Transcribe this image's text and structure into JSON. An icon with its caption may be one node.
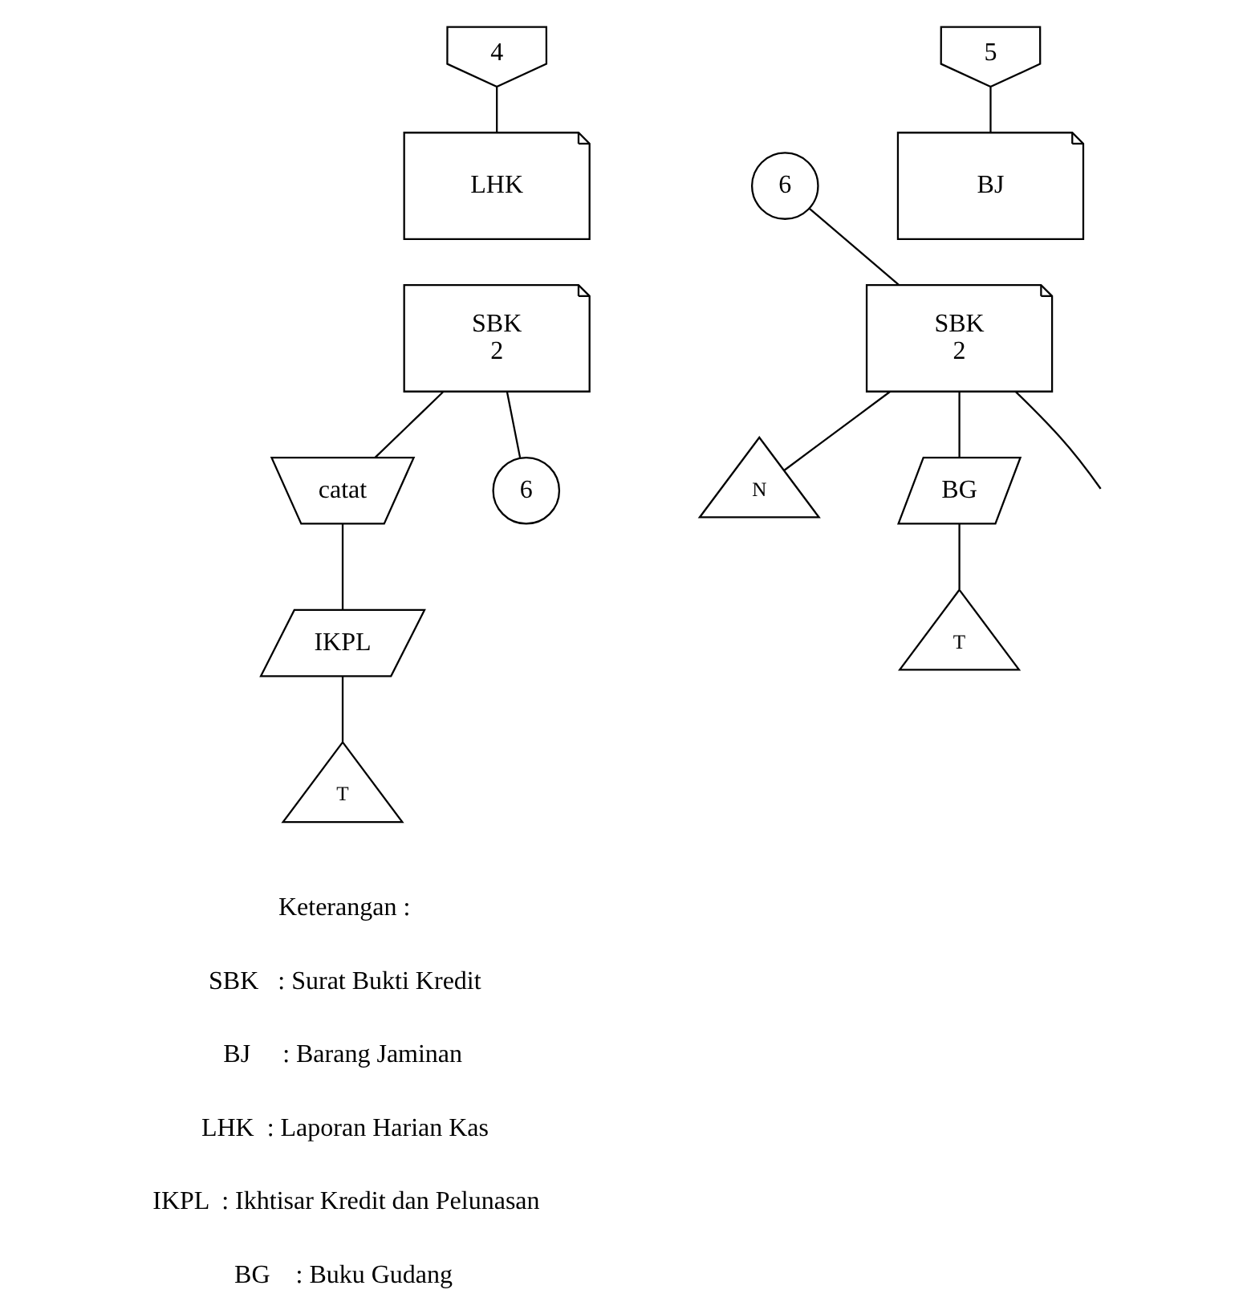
{
  "diagram": {
    "nodes": [
      {
        "text": [
          "4"
        ]
      },
      {
        "text": [
          "LHK"
        ]
      },
      {
        "text": [
          "SBK",
          "2"
        ]
      },
      {
        "text": [
          "catat"
        ]
      },
      {
        "text": [
          "IKPL"
        ]
      },
      {
        "text": [
          "T"
        ]
      },
      {
        "text": [
          "6"
        ]
      },
      {
        "text": [
          "6"
        ]
      },
      {
        "text": [
          "5"
        ]
      },
      {
        "text": [
          "BJ"
        ]
      },
      {
        "text": [
          "SBK",
          "2"
        ]
      },
      {
        "text": [
          "N"
        ]
      },
      {
        "text": [
          "BG"
        ]
      },
      {
        "text": [
          "T"
        ]
      }
    ],
    "edges": [
      {
        "from": 0,
        "to": 1,
        "arrow": "none"
      },
      {
        "from": 2,
        "to": 6,
        "arrow": "none"
      },
      {
        "from": 2,
        "to": 3,
        "arrow": "none"
      },
      {
        "from": 3,
        "to": 4,
        "arrow": "none"
      },
      {
        "from": 4,
        "to": 5,
        "arrow": "none"
      },
      {
        "from": 7,
        "to": 10,
        "arrow": "none"
      },
      {
        "from": 8,
        "to": 9,
        "arrow": "none"
      },
      {
        "from": 10,
        "to": 11,
        "arrow": "none"
      },
      {
        "from": 10,
        "to": null,
        "arrow": "none"
      },
      {
        "from": 10,
        "to": 12,
        "arrow": "none"
      },
      {
        "from": 12,
        "to": 13,
        "arrow": "none"
      }
    ],
    "labels": [
      "Keterangan :",
      "SBK   : Surat Bukti Kredit",
      "BJ     : Barang Jaminan",
      "LHK  : Laporan Harian Kas",
      "IKPL  : Ikhtisar Kredit dan Pelunasan",
      "BG    : Buku Gudang"
    ]
  }
}
